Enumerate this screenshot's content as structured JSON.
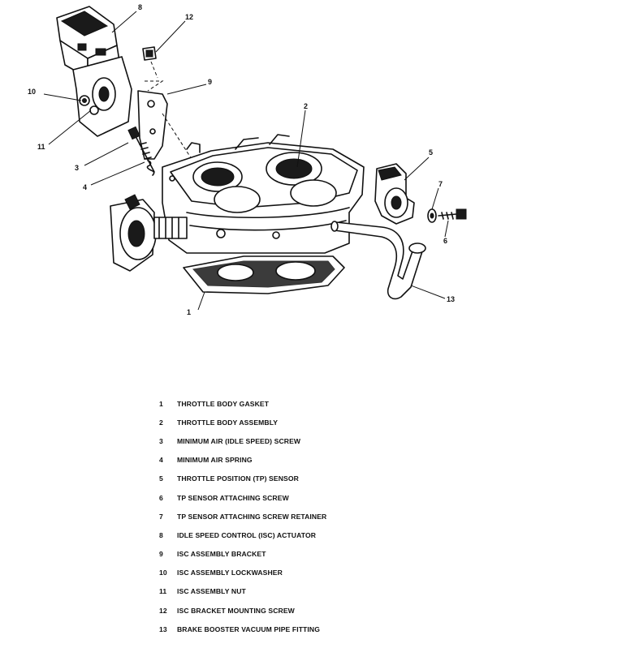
{
  "callouts": [
    "1",
    "2",
    "3",
    "4",
    "5",
    "6",
    "7",
    "8",
    "9",
    "10",
    "11",
    "12",
    "13"
  ],
  "legend": [
    {
      "num": "1",
      "text": "THROTTLE BODY GASKET"
    },
    {
      "num": "2",
      "text": "THROTTLE BODY ASSEMBLY"
    },
    {
      "num": "3",
      "text": "MINIMUM AIR (IDLE SPEED) SCREW"
    },
    {
      "num": "4",
      "text": "MINIMUM AIR SPRING"
    },
    {
      "num": "5",
      "text": "THROTTLE POSITION (TP) SENSOR"
    },
    {
      "num": "6",
      "text": "TP SENSOR ATTACHING SCREW"
    },
    {
      "num": "7",
      "text": "TP SENSOR ATTACHING SCREW RETAINER"
    },
    {
      "num": "8",
      "text": "IDLE SPEED CONTROL (ISC) ACTUATOR"
    },
    {
      "num": "9",
      "text": "ISC ASSEMBLY BRACKET"
    },
    {
      "num": "10",
      "text": "ISC ASSEMBLY LOCKWASHER"
    },
    {
      "num": "11",
      "text": "ISC ASSEMBLY NUT"
    },
    {
      "num": "12",
      "text": "ISC BRACKET MOUNTING SCREW"
    },
    {
      "num": "13",
      "text": "BRAKE BOOSTER VACUUM PIPE FITTING"
    }
  ]
}
